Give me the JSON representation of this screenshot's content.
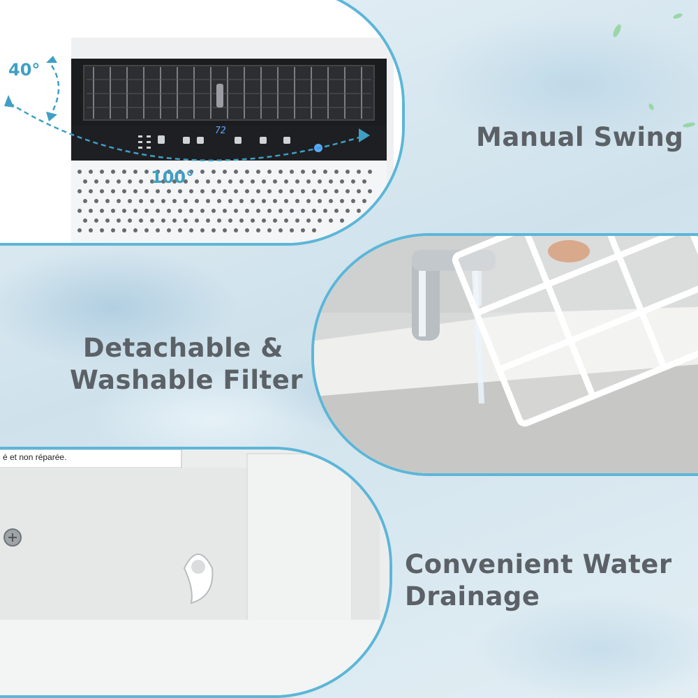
{
  "features": [
    {
      "caption_lines": [
        "Manual Swing"
      ],
      "annotations": {
        "angle_vertical": "40°",
        "angle_horizontal": "100°",
        "display_temperature": "72"
      }
    },
    {
      "caption_lines": [
        "Detachable &",
        "Washable Filter"
      ]
    },
    {
      "caption_lines": [
        "Convenient Water",
        "Drainage"
      ],
      "annotations": {
        "label_fragment": "é et non réparée."
      }
    }
  ],
  "icons": [
    "swing-arrow-icon",
    "water-drop-icon",
    "leaf-icon"
  ],
  "colors": {
    "accent": "#5cb6d8",
    "arrow": "#3f9fc4",
    "caption": "#5b6166",
    "background": "#dbe9f1"
  }
}
